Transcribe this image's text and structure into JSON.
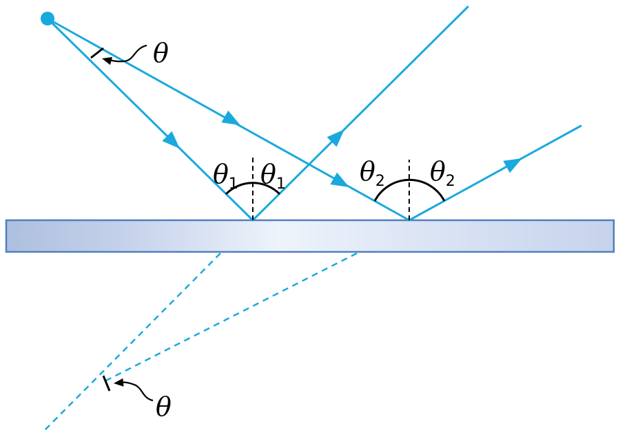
{
  "labels": {
    "theta_source": "θ",
    "theta_image": "θ",
    "theta1_left": "θ",
    "theta1_left_sub": "1",
    "theta1_right": "θ",
    "theta1_right_sub": "1",
    "theta2_left": "θ",
    "theta2_left_sub": "2",
    "theta2_right": "θ",
    "theta2_right_sub": "2"
  },
  "colors": {
    "ray": "#1aa9dc",
    "mirror_edge": "#4f7fbf",
    "mirror_fill_dark": "#aebfdf",
    "mirror_fill_light": "#eef3fb",
    "marks": "#000000"
  }
}
